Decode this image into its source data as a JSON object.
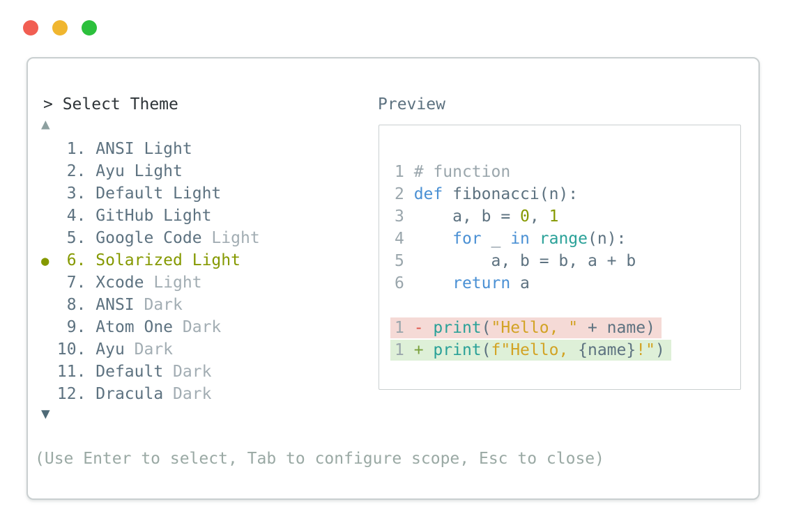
{
  "colors": {
    "dark": "#2e3438",
    "slate": "#5d7280",
    "dim": "#a2adb3",
    "olive": "#859900",
    "kw": "#4a90d4",
    "fn": "#2aa198",
    "str": "#d2a324",
    "num": "#859900",
    "comment": "#9aa6ac",
    "lineno": "#9aa6ac",
    "hint": "#9aa9a4",
    "minus": "#e05449",
    "plus": "#79a03c",
    "del-bg": "#f5dad6",
    "ins-bg": "#def0d8",
    "border": "#c9cfd0",
    "arrow-up": "#8da0a0",
    "arrow-down": "#4e6a77"
  },
  "window": {
    "traffic_lights": [
      {
        "name": "close",
        "color": "#f15e52"
      },
      {
        "name": "minimize",
        "color": "#f0b62f"
      },
      {
        "name": "zoom",
        "color": "#2cc03c"
      }
    ]
  },
  "picker": {
    "prompt": "> Select Theme",
    "scroll_up": "▲",
    "scroll_down": "▼",
    "selected_marker": "●",
    "hint": "(Use Enter to select, Tab to configure scope, Esc to close)",
    "items": [
      {
        "number": "1.",
        "name": "ANSI Light",
        "variant": "",
        "selected": false
      },
      {
        "number": "2.",
        "name": "Ayu Light",
        "variant": "",
        "selected": false
      },
      {
        "number": "3.",
        "name": "Default Light",
        "variant": "",
        "selected": false
      },
      {
        "number": "4.",
        "name": "GitHub Light",
        "variant": "",
        "selected": false
      },
      {
        "number": "5.",
        "name": "Google Code",
        "variant": " Light",
        "selected": false
      },
      {
        "number": "6.",
        "name": "Solarized Light",
        "variant": "",
        "selected": true
      },
      {
        "number": "7.",
        "name": "Xcode",
        "variant": " Light",
        "selected": false
      },
      {
        "number": "8.",
        "name": "ANSI",
        "variant": " Dark",
        "selected": false
      },
      {
        "number": "9.",
        "name": "Atom One",
        "variant": " Dark",
        "selected": false
      },
      {
        "number": "10.",
        "name": "Ayu",
        "variant": " Dark",
        "selected": false
      },
      {
        "number": "11.",
        "name": "Default",
        "variant": " Dark",
        "selected": false
      },
      {
        "number": "12.",
        "name": "Dracula",
        "variant": " Dark",
        "selected": false
      }
    ]
  },
  "preview": {
    "label": "Preview",
    "code_lines": [
      {
        "no": "1",
        "segments": [
          [
            "comment",
            "# function"
          ]
        ]
      },
      {
        "no": "2",
        "segments": [
          [
            "kw",
            "def"
          ],
          [
            "plain",
            " fibonacci(n):"
          ]
        ]
      },
      {
        "no": "3",
        "segments": [
          [
            "plain",
            "    a, b = "
          ],
          [
            "num",
            "0"
          ],
          [
            "plain",
            ", "
          ],
          [
            "num",
            "1"
          ]
        ]
      },
      {
        "no": "4",
        "segments": [
          [
            "plain",
            "    "
          ],
          [
            "kw",
            "for"
          ],
          [
            "plain",
            " _ "
          ],
          [
            "kw",
            "in"
          ],
          [
            "plain",
            " "
          ],
          [
            "fn",
            "range"
          ],
          [
            "plain",
            "(n):"
          ]
        ]
      },
      {
        "no": "5",
        "segments": [
          [
            "plain",
            "        a, b = b, a + b"
          ]
        ]
      },
      {
        "no": "6",
        "segments": [
          [
            "plain",
            "    "
          ],
          [
            "kw",
            "return"
          ],
          [
            "plain",
            " a"
          ]
        ]
      }
    ],
    "diff_lines": [
      {
        "no": "1",
        "sign": "-",
        "type": "del",
        "segments": [
          [
            "fn",
            "print"
          ],
          [
            "plain",
            "("
          ],
          [
            "str",
            "\"Hello, \""
          ],
          [
            "plain",
            " + name)"
          ]
        ]
      },
      {
        "no": "1",
        "sign": "+",
        "type": "ins",
        "segments": [
          [
            "fn",
            "print"
          ],
          [
            "plain",
            "(f... "
          ],
          [
            "str",
            ""
          ],
          [
            "plain",
            ""
          ]
        ]
      }
    ]
  }
}
